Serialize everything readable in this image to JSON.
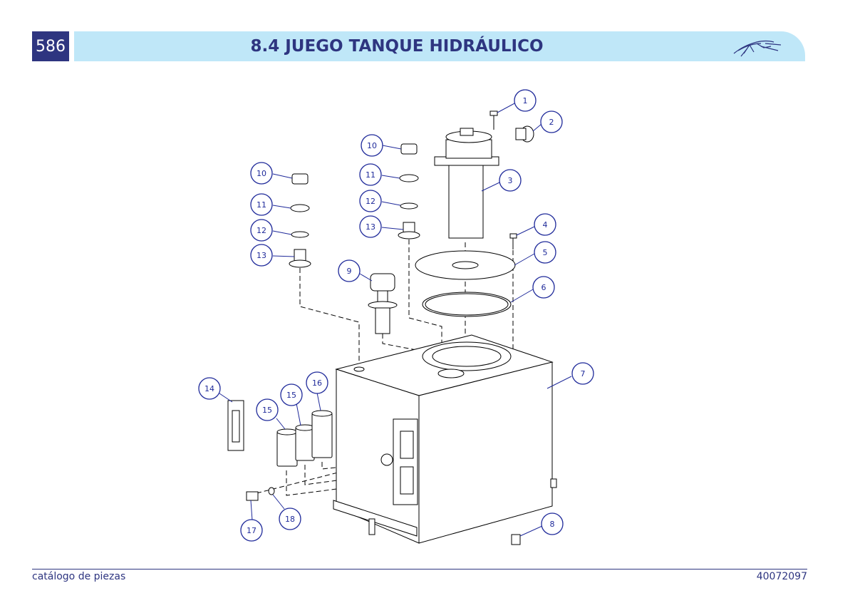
{
  "header": {
    "page_number": "586",
    "title": "8.4 JUEGO TANQUE HIDRÁULICO",
    "logo_icon": "stylized-bird-logo-icon"
  },
  "diagram": {
    "callouts": [
      "1",
      "2",
      "3",
      "4",
      "5",
      "6",
      "7",
      "8",
      "9",
      "10",
      "10",
      "11",
      "11",
      "12",
      "12",
      "13",
      "13",
      "14",
      "15",
      "15",
      "16",
      "17",
      "18"
    ]
  },
  "footer": {
    "left_text": "catálogo de piezas",
    "right_text": "40072097"
  },
  "colors": {
    "primary": "#2e3580",
    "title_bar": "#bfe7f8",
    "callout": "#1f2a9a"
  }
}
